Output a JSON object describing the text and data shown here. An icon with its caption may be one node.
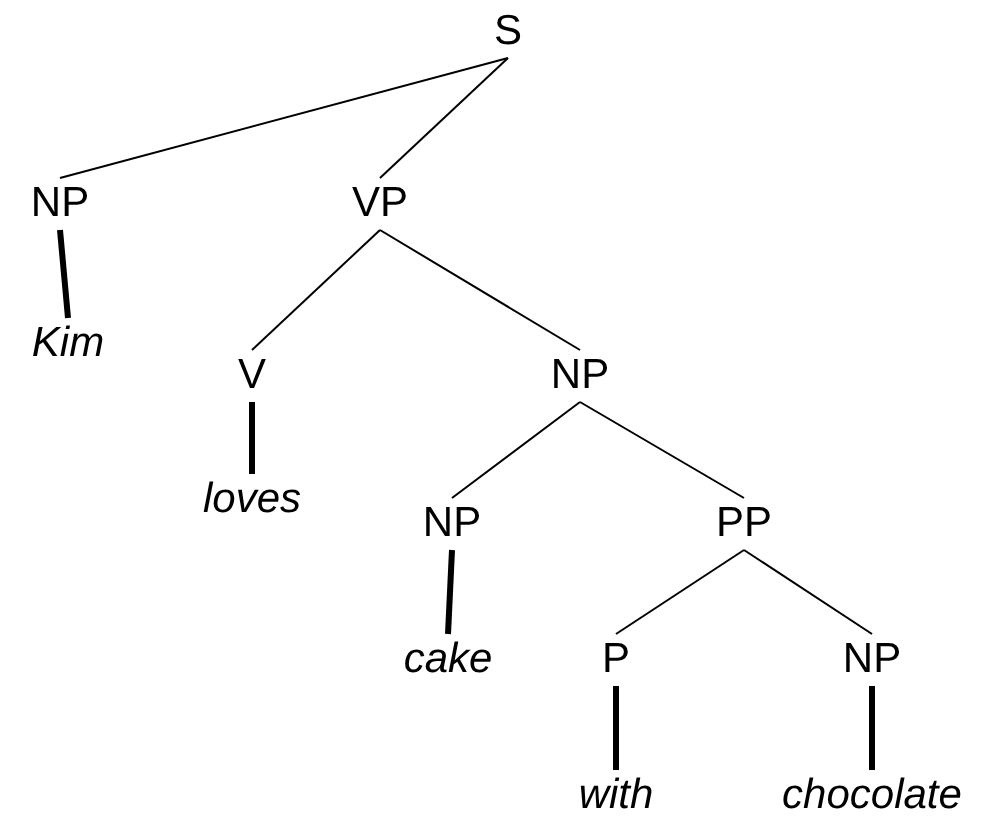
{
  "diagram": {
    "nodes": [
      {
        "text": [
          "S"
        ]
      },
      {
        "text": [
          "NP"
        ]
      },
      {
        "text": [
          "VP"
        ]
      },
      {
        "text": [
          "Kim"
        ]
      },
      {
        "text": [
          "V"
        ]
      },
      {
        "text": [
          "NP"
        ]
      },
      {
        "text": [
          "loves"
        ]
      },
      {
        "text": [
          "NP"
        ]
      },
      {
        "text": [
          "PP"
        ]
      },
      {
        "text": [
          "cake"
        ]
      },
      {
        "text": [
          "P"
        ]
      },
      {
        "text": [
          "NP"
        ]
      },
      {
        "text": [
          "with"
        ]
      },
      {
        "text": [
          "chocolate"
        ]
      }
    ],
    "edges": [
      {
        "from": 0,
        "to": 1,
        "arrow": "none"
      },
      {
        "from": 0,
        "to": 2,
        "arrow": "none"
      },
      {
        "from": 1,
        "to": 3,
        "arrow": "none",
        "style": "thick"
      },
      {
        "from": 2,
        "to": 4,
        "arrow": "none"
      },
      {
        "from": 2,
        "to": 5,
        "arrow": "none"
      },
      {
        "from": 4,
        "to": 6,
        "arrow": "none",
        "style": "thick"
      },
      {
        "from": 5,
        "to": 7,
        "arrow": "none"
      },
      {
        "from": 5,
        "to": 8,
        "arrow": "none"
      },
      {
        "from": 7,
        "to": 9,
        "arrow": "none",
        "style": "thick"
      },
      {
        "from": 8,
        "to": 10,
        "arrow": "none"
      },
      {
        "from": 8,
        "to": 11,
        "arrow": "none"
      },
      {
        "from": 10,
        "to": 12,
        "arrow": "none",
        "style": "thick"
      },
      {
        "from": 11,
        "to": 13,
        "arrow": "none",
        "style": "thick"
      }
    ]
  }
}
